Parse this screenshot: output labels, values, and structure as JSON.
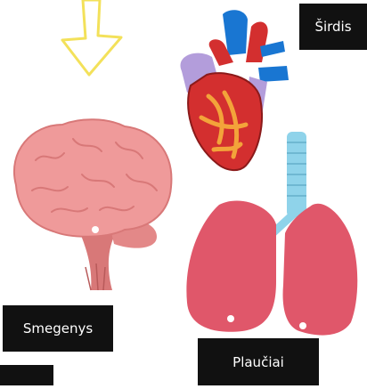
{
  "labels": {
    "heart": "Širdis",
    "brain": "Smegenys",
    "lungs": "Plaučiai"
  },
  "colors": {
    "label_bg": "#111111",
    "label_text": "#ffffff",
    "arrow": "#f3e15a",
    "brain": "#ef9a9a",
    "brain_dark": "#d87878",
    "lungs": "#e0576a",
    "trachea": "#8fd3ea",
    "heart_red": "#d32f2f",
    "heart_blue": "#1976d2",
    "heart_purple": "#b39ddb",
    "heart_orange": "#f3a33a"
  }
}
